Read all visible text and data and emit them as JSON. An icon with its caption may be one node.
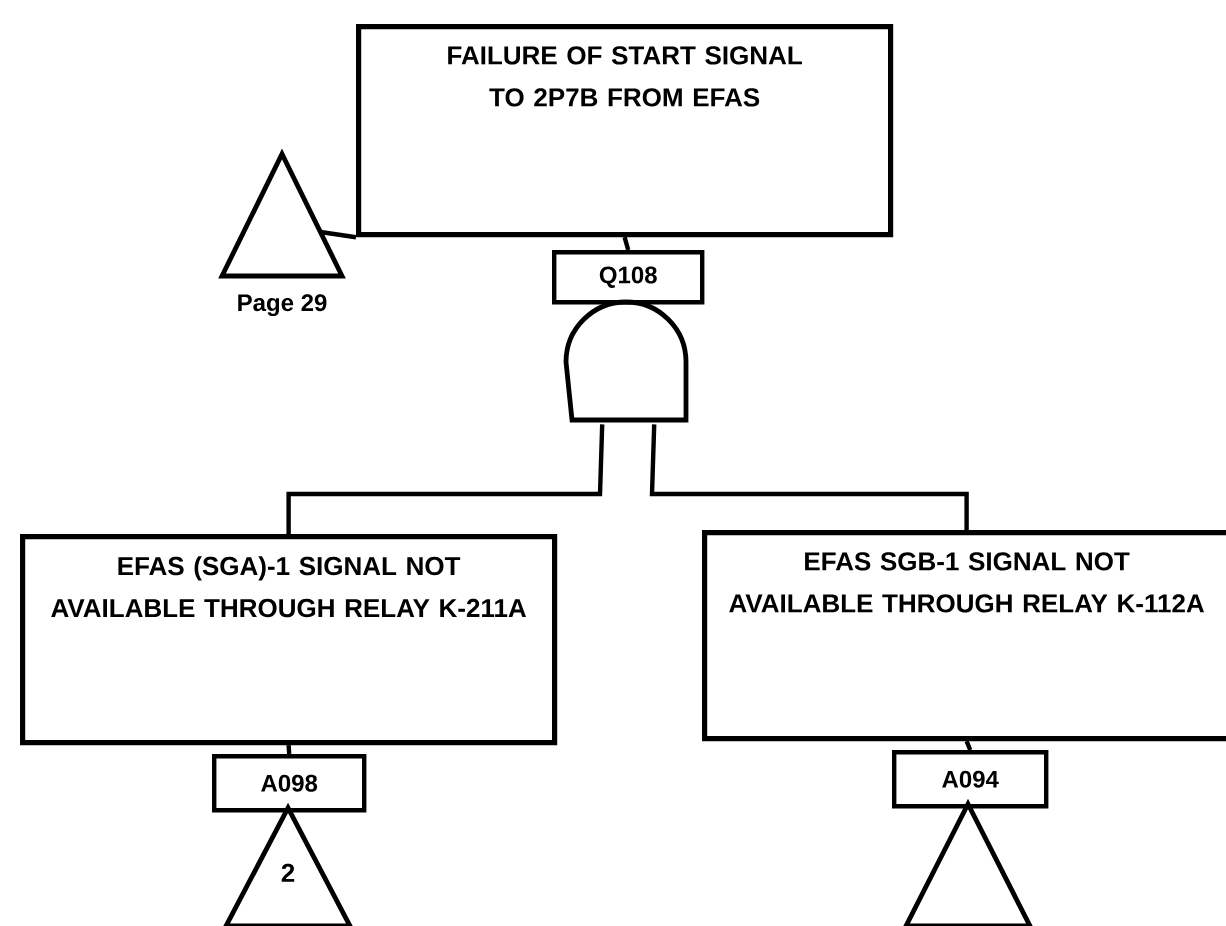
{
  "diagram": {
    "nodes": [
      {
        "text": [
          "FAILURE OF START SIGNAL TO 2P7B FROM EFAS"
        ]
      },
      {
        "text": [
          "Q108"
        ]
      },
      {
        "text": [],
        "shape": "gate"
      },
      {
        "text": [],
        "shape": "triangle",
        "beside": [
          "Page 29"
        ]
      },
      {
        "text": [
          "EFAS (SGA)-1 SIGNAL NOT AVAILABLE THROUGH RELAY K-211A"
        ]
      },
      {
        "text": [
          "EFAS SGB-1 SIGNAL NOT AVAILABLE THROUGH RELAY K-112A"
        ]
      },
      {
        "text": [
          "A098"
        ]
      },
      {
        "text": [
          "2"
        ]
      },
      {
        "text": [
          "A094"
        ]
      },
      {
        "text": [],
        "shape": "triangle"
      }
    ],
    "edges": [
      {
        "from": 0,
        "to": 1,
        "arrow": "none"
      },
      {
        "from": 3,
        "to": 0,
        "arrow": "none"
      },
      {
        "from": 2,
        "to": 4,
        "arrow": "none"
      },
      {
        "from": 2,
        "to": 5,
        "arrow": "none"
      },
      {
        "from": 4,
        "to": 6,
        "arrow": "none"
      },
      {
        "from": 5,
        "to": 8,
        "arrow": "none"
      }
    ]
  }
}
